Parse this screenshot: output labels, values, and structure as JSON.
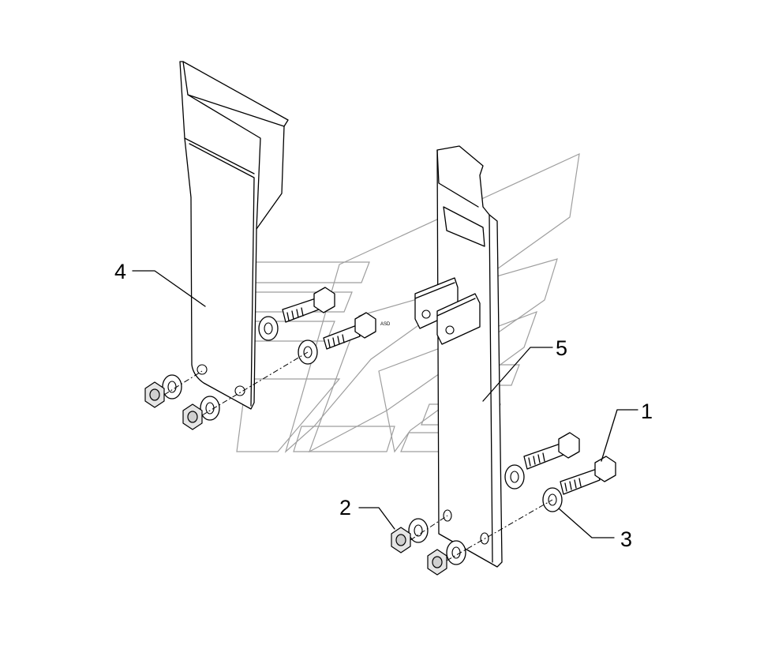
{
  "figure": {
    "callouts": [
      {
        "id": "1",
        "label": "1"
      },
      {
        "id": "2",
        "label": "2"
      },
      {
        "id": "3",
        "label": "3"
      },
      {
        "id": "4",
        "label": "4"
      },
      {
        "id": "5",
        "label": "5"
      }
    ],
    "small_mark": "ASD"
  }
}
